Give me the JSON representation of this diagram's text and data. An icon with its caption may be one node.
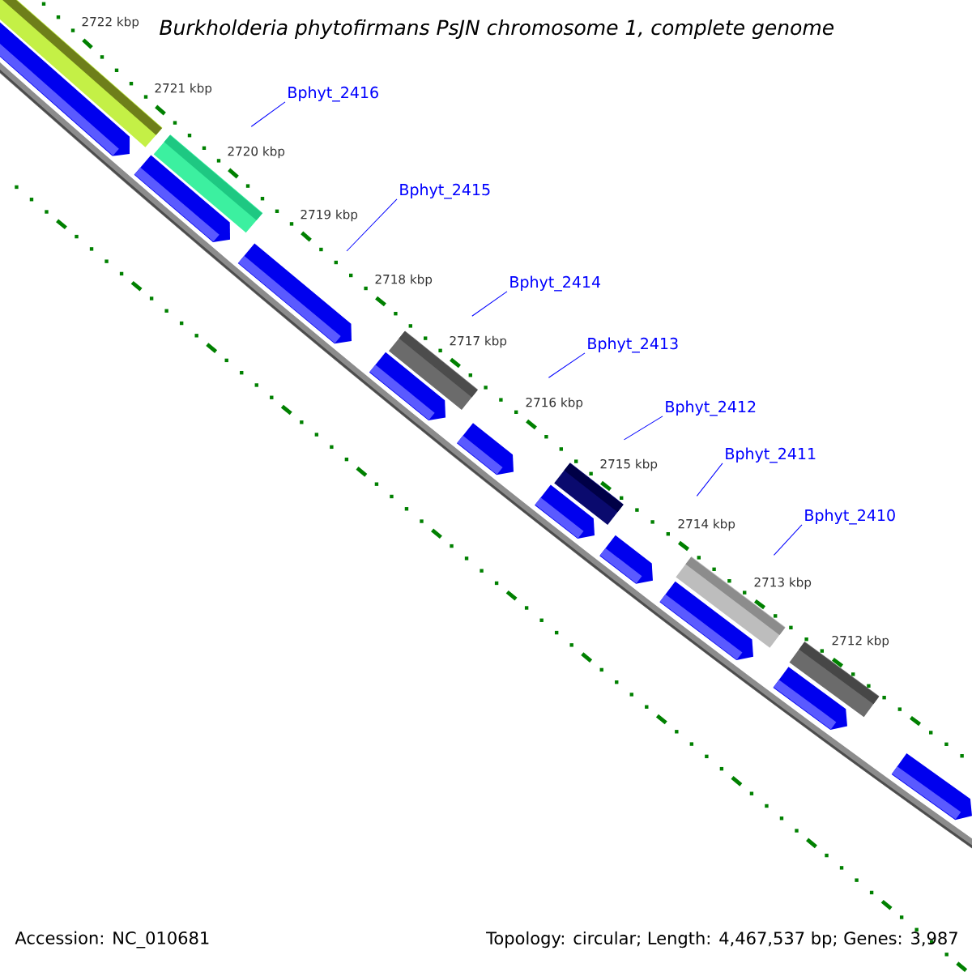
{
  "diagram": {
    "title": "Burkholderia phytofirmans PsJN chromosome 1, complete genome",
    "nodes": [
      {
        "text": [
          "Bphyt_2416"
        ]
      },
      {
        "text": [
          "Bphyt_2415"
        ]
      },
      {
        "text": [
          "Bphyt_2414"
        ]
      },
      {
        "text": [
          "Bphyt_2413"
        ]
      },
      {
        "text": [
          "Bphyt_2412"
        ]
      },
      {
        "text": [
          "Bphyt_2411"
        ]
      },
      {
        "text": [
          "Bphyt_2410"
        ]
      }
    ],
    "edges": [
      {
        "from": 0,
        "to": null,
        "arrow": "none"
      },
      {
        "from": 1,
        "to": null,
        "arrow": "none"
      },
      {
        "from": 2,
        "to": null,
        "arrow": "none"
      },
      {
        "from": 3,
        "to": null,
        "arrow": "none"
      },
      {
        "from": 4,
        "to": null,
        "arrow": "none"
      },
      {
        "from": 5,
        "to": null,
        "arrow": "none"
      },
      {
        "from": 6,
        "to": null,
        "arrow": "none"
      }
    ],
    "labels": [
      "2722 kbp",
      "2721 kbp",
      "2720 kbp",
      "2719 kbp",
      "2718 kbp",
      "2717 kbp",
      "2716 kbp",
      "2715 kbp",
      "2714 kbp",
      "2713 kbp",
      "2712 kbp",
      "Accession: NC_010681",
      "Topology: circular; Length: 4,467,537 bp; Genes: 3,987"
    ]
  }
}
